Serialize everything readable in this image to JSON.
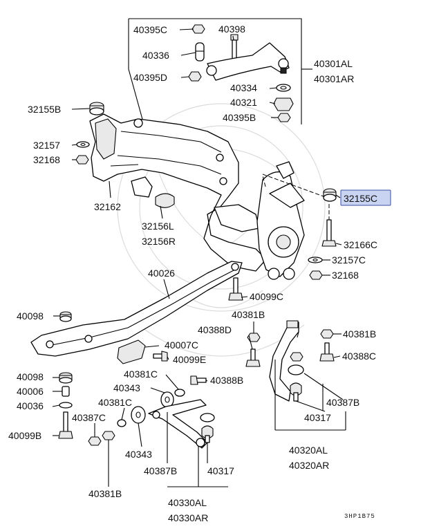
{
  "labels": {
    "p40395C": "40395C",
    "p40398": "40398",
    "p40336": "40336",
    "p40395D": "40395D",
    "p40301AL": "40301AL",
    "p40301AR": "40301AR",
    "p40334": "40334",
    "p40321": "40321",
    "p40395B": "40395B",
    "p32155B": "32155B",
    "p32157": "32157",
    "p32168_left": "32168",
    "p32162": "32162",
    "p32156L": "32156L",
    "p32156R": "32156R",
    "p32155C": "32155C",
    "p32166C": "32166C",
    "p32157C": "32157C",
    "p32168_right": "32168",
    "p40026": "40026",
    "p40098_upper": "40098",
    "p40099C": "40099C",
    "p40381B_top": "40381B",
    "p40388D": "40388D",
    "p40381B_right": "40381B",
    "p40007C": "40007C",
    "p40099E": "40099E",
    "p40388C": "40388C",
    "p40381C_upper": "40381C",
    "p40388B": "40388B",
    "p40098_lower": "40098",
    "p40343_upper": "40343",
    "p40006": "40006",
    "p40381C_lower": "40381C",
    "p40387B_right": "40387B",
    "p40036": "40036",
    "p40387C": "40387C",
    "p40317_right": "40317",
    "p40099B": "40099B",
    "p40343_lower": "40343",
    "p40320AL": "40320AL",
    "p40320AR": "40320AR",
    "p40387B_lower": "40387B",
    "p40317_lower": "40317",
    "p40381B_bottom": "40381B",
    "p40330AL": "40330AL",
    "p40330AR": "40330AR"
  },
  "diagram_code": "3HP1B75",
  "highlighted_part": "32155C",
  "highlight_color": "#c9d3f2"
}
